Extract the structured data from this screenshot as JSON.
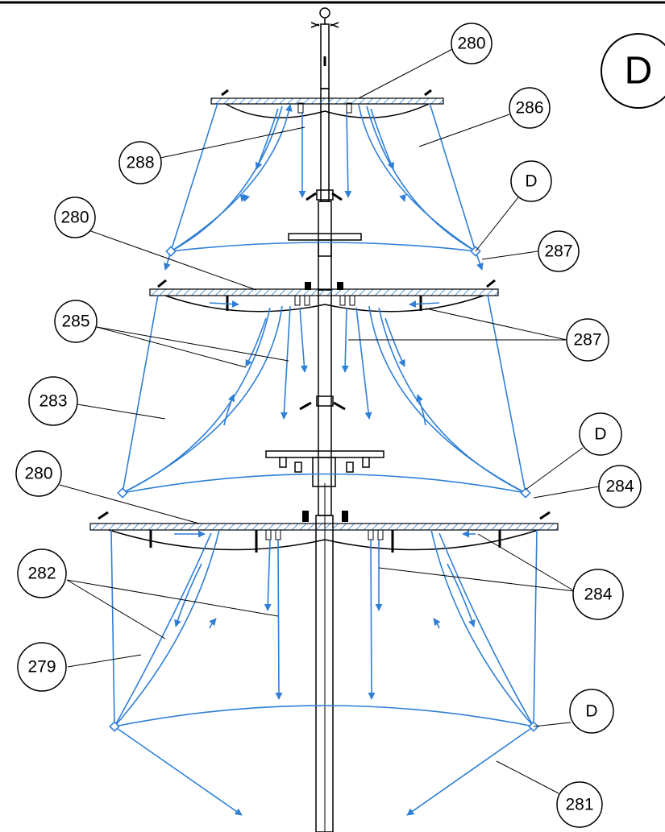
{
  "section_marker": "D",
  "callouts": [
    "280",
    "286",
    "288",
    "D",
    "280",
    "287",
    "285",
    "287",
    "283",
    "D",
    "280",
    "284",
    "282",
    "284",
    "279",
    "D",
    "281"
  ],
  "colors": {
    "rigging": "#2f7fd6",
    "structure": "#000000",
    "background": "#ffffff"
  }
}
